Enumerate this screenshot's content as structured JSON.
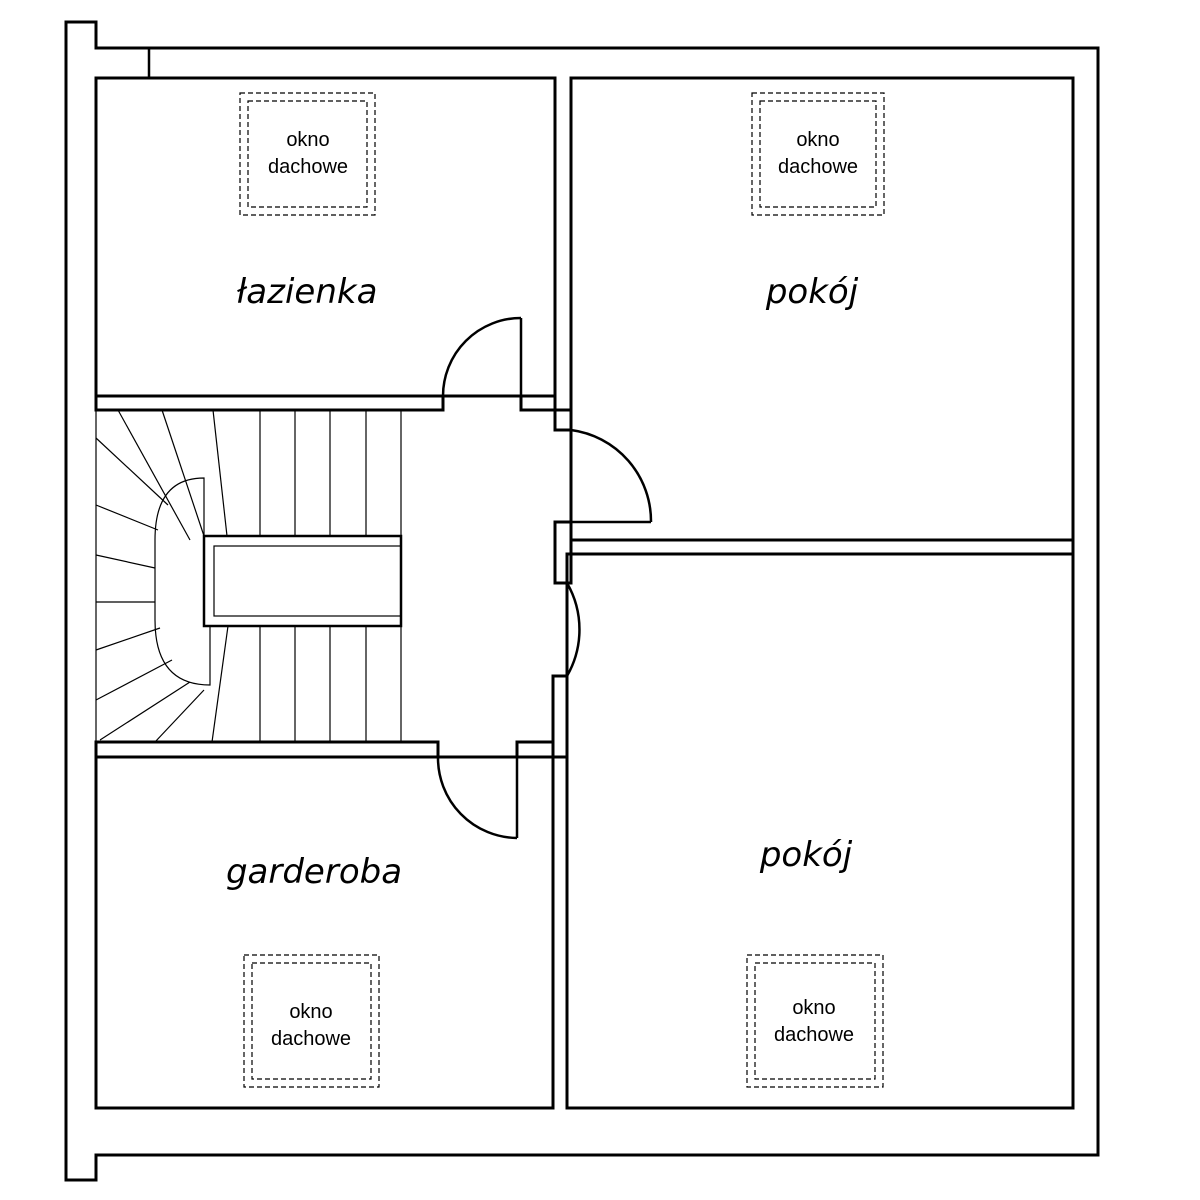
{
  "rooms": {
    "bathroom": "łazienka",
    "room_top": "pokój",
    "room_bottom": "pokój",
    "wardrobe": "garderoba"
  },
  "roof_window": {
    "line1": "okno",
    "line2": "dachowe"
  }
}
